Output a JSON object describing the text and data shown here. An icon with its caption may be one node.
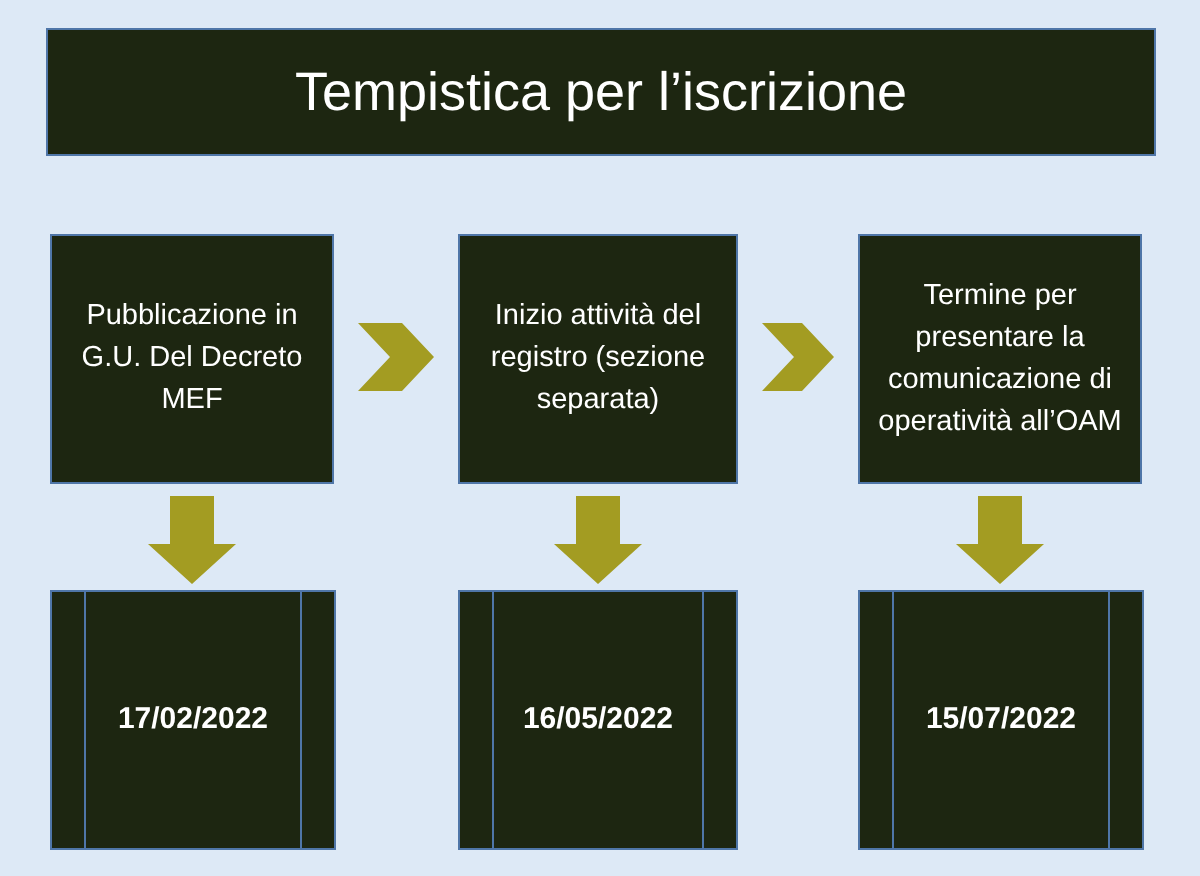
{
  "diagram": {
    "nodes": [
      {
        "text": [
          "Tempistica per l’iscrizione"
        ]
      },
      {
        "text": [
          "Pubblicazione in G.U. Del Decreto MEF"
        ]
      },
      {
        "text": [
          "Inizio attività del registro (sezione separata)"
        ]
      },
      {
        "text": [
          "Termine per presentare la comunicazione di operatività all’OAM"
        ]
      },
      {
        "text": [
          "17/02/2022"
        ]
      },
      {
        "text": [
          "16/05/2022"
        ]
      },
      {
        "text": [
          "15/07/2022"
        ]
      }
    ],
    "edges": [
      {
        "from": 1,
        "to": 2,
        "arrow": "to"
      },
      {
        "from": 2,
        "to": 3,
        "arrow": "to"
      },
      {
        "from": 1,
        "to": 4,
        "arrow": "to"
      },
      {
        "from": 2,
        "to": 5,
        "arrow": "to"
      },
      {
        "from": 3,
        "to": 6,
        "arrow": "to"
      }
    ]
  }
}
